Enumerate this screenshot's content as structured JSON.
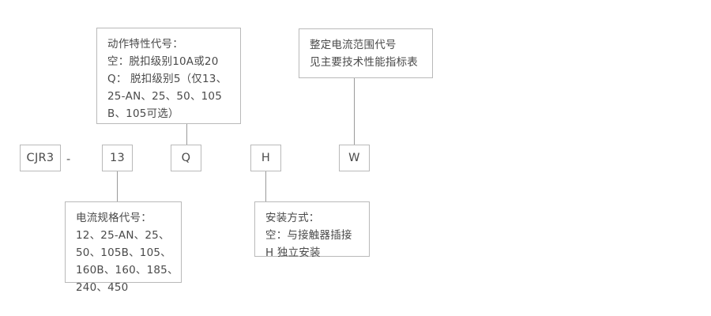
{
  "diagram": {
    "title_code": "CJR3-13QHW",
    "separator": "-",
    "prefix": {
      "label": "CJR3",
      "name": "series-code"
    },
    "code_boxes": [
      {
        "label": "13",
        "name": "current-spec-code"
      },
      {
        "label": "Q",
        "name": "action-characteristic-code"
      },
      {
        "label": "H",
        "name": "mounting-method-code"
      },
      {
        "label": "W",
        "name": "setting-current-range-code"
      }
    ],
    "annotations": [
      {
        "name": "action-characteristic-note",
        "heading": "动作特性代号：",
        "lines": [
          "空：脱扣级别10A或20",
          "Q： 脱扣级别5（仅13、",
          "25-AN、25、50、105",
          "B、105可选）"
        ],
        "text": "动作特性代号：\n空：脱扣级别10A或20\nQ： 脱扣级别5（仅13、\n25-AN、25、50、105\nB、105可选）"
      },
      {
        "name": "setting-current-range-note",
        "heading": "整定电流范围代号",
        "lines": [
          "见主要技术性能指标表"
        ],
        "text": "整定电流范围代号\n见主要技术性能指标表"
      },
      {
        "name": "current-spec-note",
        "heading": "电流规格代号：",
        "lines": [
          "12、25-AN、25、",
          "50、105B、105、",
          "160B、160、185、",
          "240、450"
        ],
        "text": "电流规格代号：\n12、25-AN、25、\n50、105B、105、\n160B、160、185、\n240、450"
      },
      {
        "name": "mounting-method-note",
        "heading": "安装方式：",
        "lines": [
          "空：与接触器插接",
          "H  独立安装"
        ],
        "text": "安装方式：\n空：与接触器插接\nH  独立安装"
      }
    ],
    "colors": {
      "border": "#b9b9b9",
      "line": "#9a9a9a",
      "text": "#4a4a4a",
      "background": "#ffffff"
    }
  }
}
